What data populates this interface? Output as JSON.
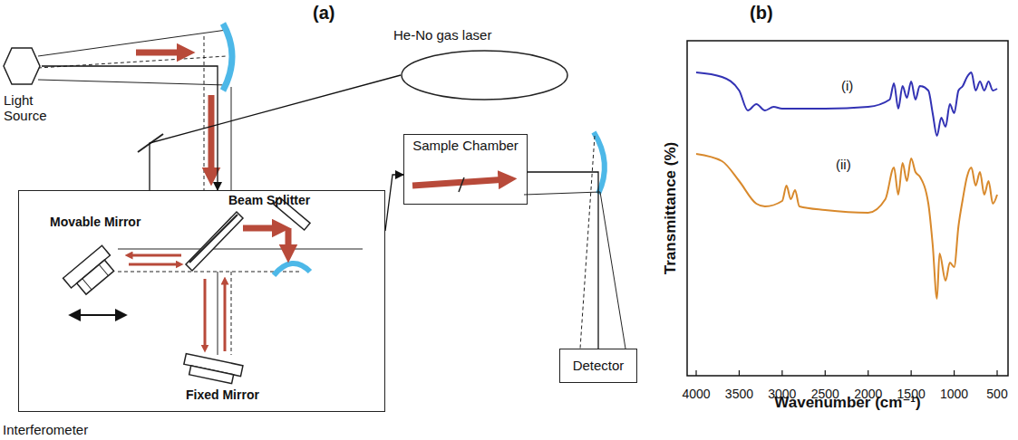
{
  "diagram": {
    "nodes": [
      {
        "text": [
          "Light Source"
        ]
      },
      {
        "text": [
          "He-No gas laser"
        ]
      },
      {
        "text": [
          "Interferometer"
        ]
      },
      {
        "text": [
          "Sample Chamber"
        ]
      },
      {
        "text": [
          "Detector"
        ]
      }
    ],
    "edges": [
      {
        "from": 0,
        "to": 2,
        "arrow": "to"
      },
      {
        "from": 1,
        "to": 2,
        "arrow": "none"
      },
      {
        "from": 2,
        "to": 3,
        "arrow": "to"
      },
      {
        "from": 3,
        "to": 4,
        "arrow": "none"
      }
    ],
    "labels": [
      "(a)",
      "(b)",
      "Movable Mirror",
      "Beam Splitter",
      "Fixed Mirror",
      "(i)",
      "(ii)",
      "Transmittance (%)",
      "Wavenumber (cm⁻¹)",
      "4000",
      "3500",
      "3000",
      "2500",
      "2000",
      "1500",
      "1000",
      "500"
    ]
  }
}
